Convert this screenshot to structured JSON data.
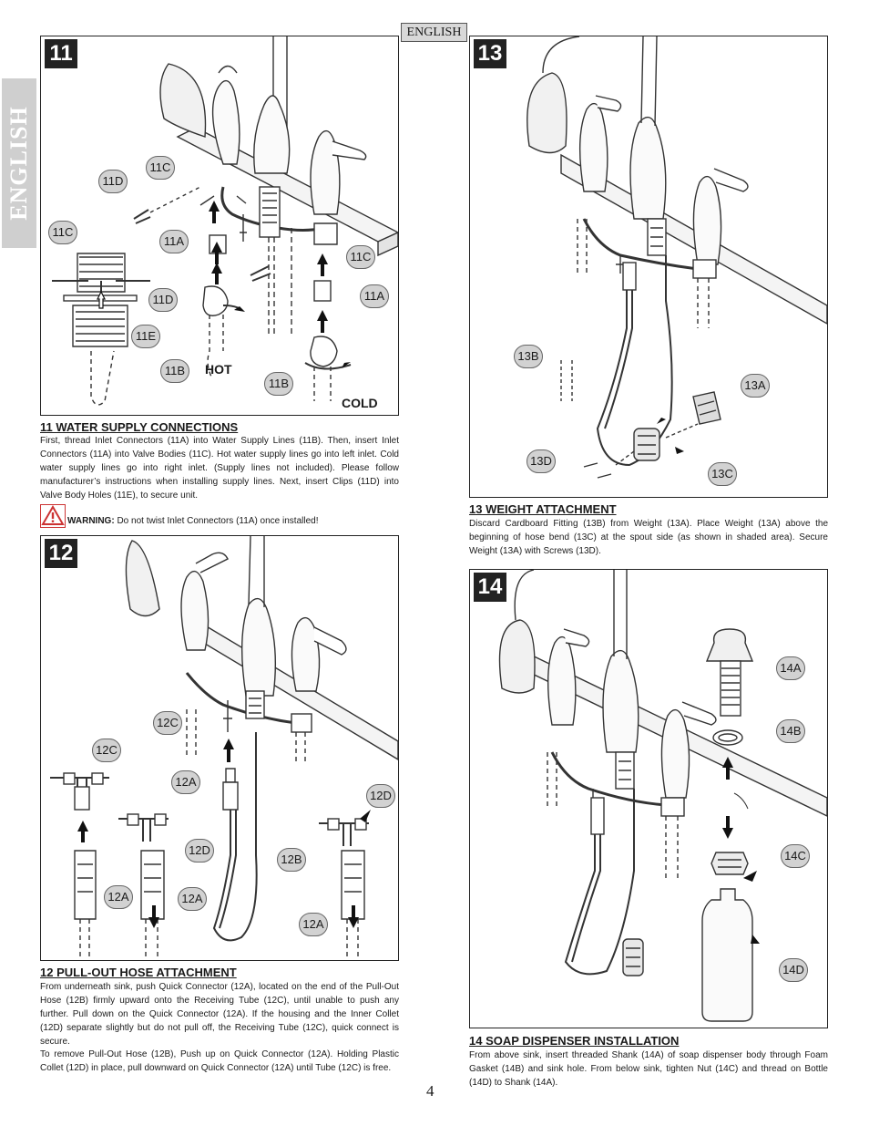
{
  "header": {
    "language_tab": "ENGLISH",
    "side_tab": "ENGLISH"
  },
  "steps": {
    "s11": {
      "number": "11",
      "callouts": {
        "c11C_a": "11C",
        "c11D_a": "11D",
        "c11C_b": "11C",
        "c11A_a": "11A",
        "c11C_c": "11C",
        "c11A_b": "11A",
        "c11D_b": "11D",
        "c11E": "11E",
        "c11B_a": "11B",
        "c11B_b": "11B"
      },
      "hot_label": "HOT",
      "cold_label": "COLD",
      "title": "11  WATER SUPPLY CONNECTIONS",
      "text": "First, thread Inlet Connectors (11A) into Water Supply Lines (11B).  Then, insert Inlet Connectors (11A) into Valve Bodies (11C).  Hot water supply lines go into left inlet. Cold water supply lines go into right inlet.  (Supply lines not included).  Please follow manufacturer’s instructions when installing supply lines.  Next, insert Clips (11D) into Valve Body Holes (11E), to secure unit.",
      "warning_label": "WARNING:",
      "warning_text": "Do not twist Inlet Connectors (11A) once installed!"
    },
    "s12": {
      "number": "12",
      "callouts": {
        "c12C_a": "12C",
        "c12C_b": "12C",
        "c12A_a": "12A",
        "c12D_a": "12D",
        "c12D_b": "12D",
        "c12B": "12B",
        "c12A_b": "12A",
        "c12A_c": "12A",
        "c12A_d": "12A"
      },
      "title": "12  PULL-OUT HOSE ATTACHMENT",
      "text1": "From underneath sink, push Quick Connector (12A), located on the end of the Pull-Out Hose (12B) firmly upward onto the Receiving Tube (12C), until unable to push any further.  Pull down on the Quick Connector (12A).  If the housing and the Inner Collet (12D) separate slightly but do not pull off, the Receiving Tube (12C), quick connect is secure.",
      "text2": "To remove Pull-Out Hose (12B), Push up on Quick Connector (12A).  Holding Plastic Collet (12D) in place, pull downward on Quick Connector (12A) until Tube (12C) is free."
    },
    "s13": {
      "number": "13",
      "callouts": {
        "c13B": "13B",
        "c13A": "13A",
        "c13D": "13D",
        "c13C": "13C"
      },
      "title": "13  WEIGHT ATTACHMENT",
      "text": "Discard Cardboard Fitting (13B) from Weight (13A).  Place Weight (13A) above the beginning of hose bend (13C) at the spout side (as shown in shaded area).  Secure Weight (13A) with Screws (13D)."
    },
    "s14": {
      "number": "14",
      "callouts": {
        "c14A": "14A",
        "c14B": "14B",
        "c14C": "14C",
        "c14D": "14D"
      },
      "title": "14  SOAP DISPENSER INSTALLATION",
      "text": "From above sink, insert threaded Shank (14A) of soap dispenser body through Foam Gasket (14B) and sink hole.  From below sink, tighten Nut (14C) and thread on Bottle (14D) to Shank (14A)."
    }
  },
  "footer": {
    "page_number": "4"
  }
}
